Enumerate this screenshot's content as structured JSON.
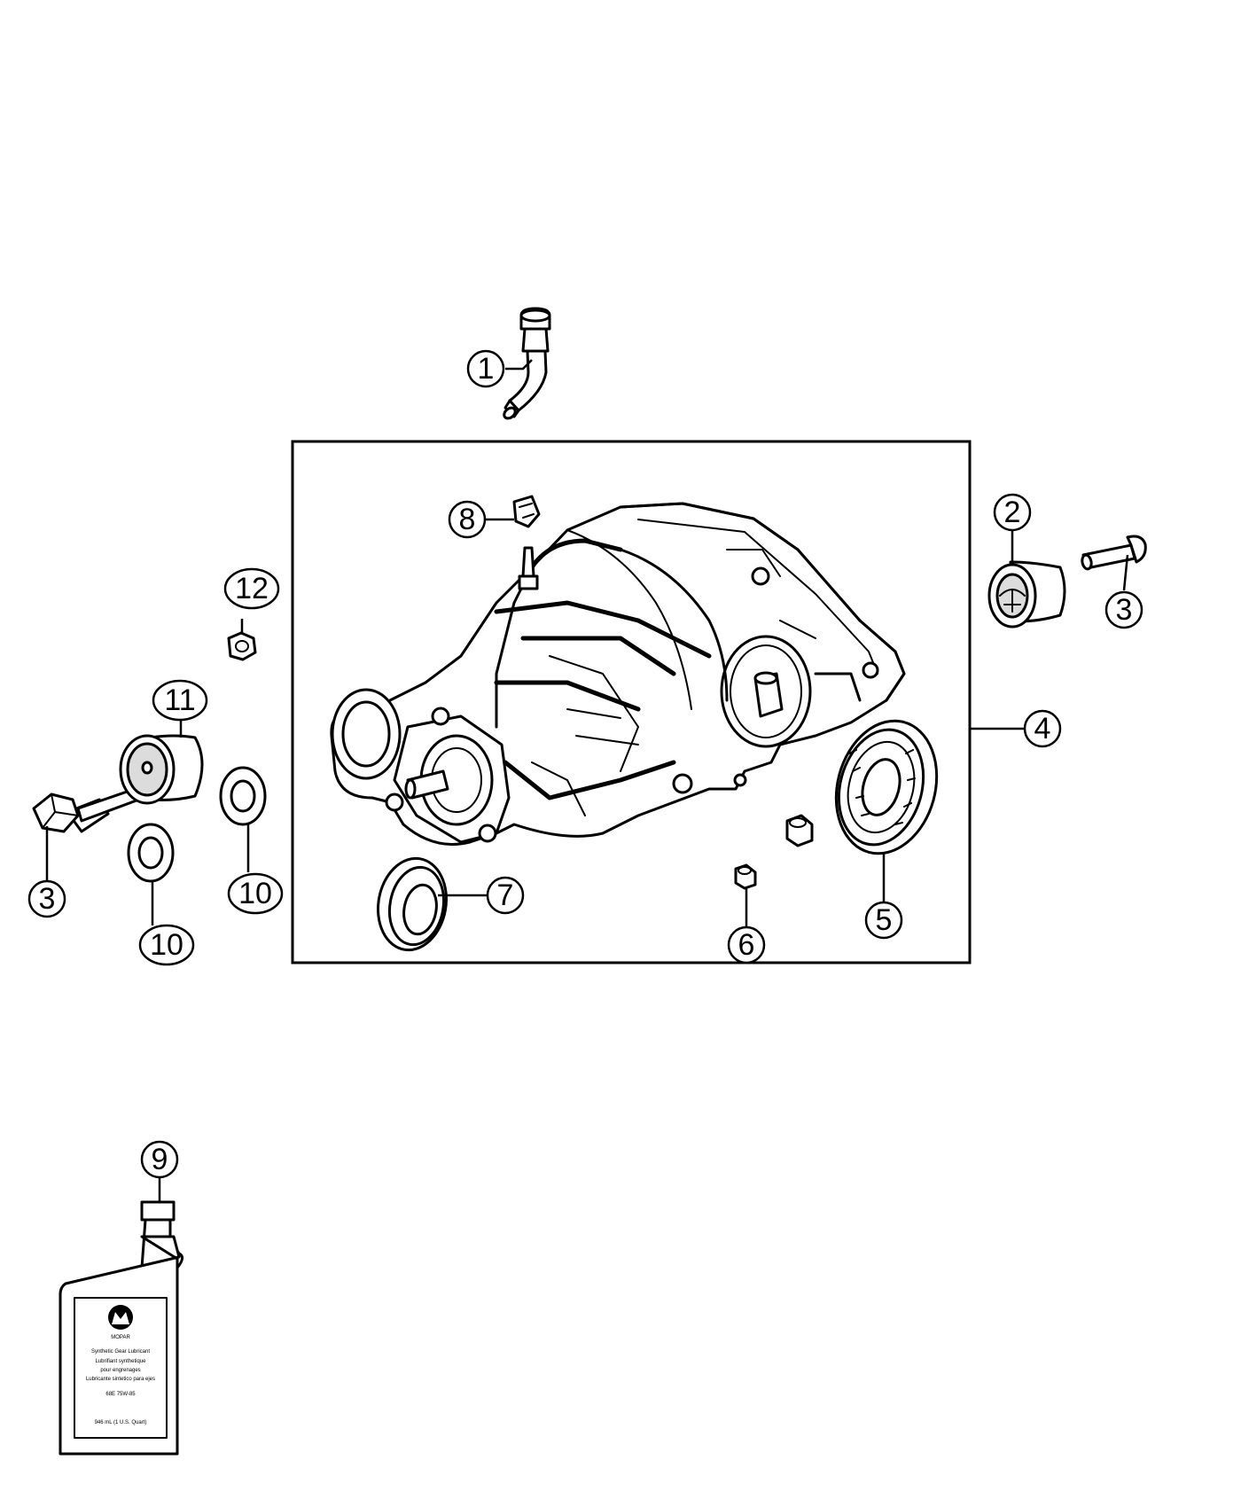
{
  "callouts": [
    {
      "id": "1",
      "label": "1"
    },
    {
      "id": "2",
      "label": "2"
    },
    {
      "id": "3a",
      "label": "3"
    },
    {
      "id": "3b",
      "label": "3"
    },
    {
      "id": "4",
      "label": "4"
    },
    {
      "id": "5",
      "label": "5"
    },
    {
      "id": "6",
      "label": "6"
    },
    {
      "id": "7",
      "label": "7"
    },
    {
      "id": "8",
      "label": "8"
    },
    {
      "id": "9",
      "label": "9"
    },
    {
      "id": "10a",
      "label": "10"
    },
    {
      "id": "10b",
      "label": "10"
    },
    {
      "id": "11",
      "label": "11"
    },
    {
      "id": "12",
      "label": "12"
    }
  ],
  "bottle_label": {
    "brand": "MOPAR",
    "line1": "Synthetic Gear Lubricant",
    "line2": "Lubrifiant synthetique",
    "line3": "pour engrenages",
    "line4": "Lubricante sintetico para ejes",
    "part": "68E 75W-85",
    "volume": "946 mL (1 U.S. Quart)"
  }
}
